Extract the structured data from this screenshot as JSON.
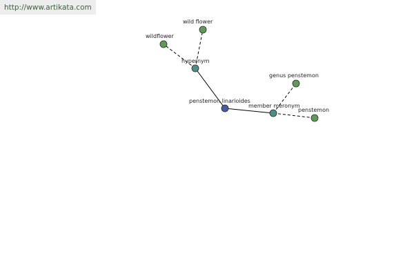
{
  "watermark": {
    "url_text": "http://www.artikata.com"
  },
  "colors": {
    "url_bar_bg": "#ededed",
    "url_text": "#3b5f3b",
    "node_leaf": "#5e9b57",
    "node_relation": "#4d8f87",
    "node_root": "#4a5aa0",
    "edge": "#000000"
  },
  "graph": {
    "nodes": [
      {
        "id": "root",
        "label": "penstemon linarioides",
        "kind": "root"
      },
      {
        "id": "hypernym",
        "label": "hypernym",
        "kind": "relation"
      },
      {
        "id": "member_meronym",
        "label": "member meronym",
        "kind": "relation"
      },
      {
        "id": "wildflower",
        "label": "wildflower",
        "kind": "leaf"
      },
      {
        "id": "wild_flower",
        "label": "wild flower",
        "kind": "leaf"
      },
      {
        "id": "genus_penstemon",
        "label": "genus penstemon",
        "kind": "leaf"
      },
      {
        "id": "penstemon",
        "label": "penstemon",
        "kind": "leaf"
      }
    ],
    "edges": [
      {
        "from": "root",
        "to": "hypernym",
        "style": "solid"
      },
      {
        "from": "root",
        "to": "member_meronym",
        "style": "solid"
      },
      {
        "from": "hypernym",
        "to": "wildflower",
        "style": "dashed"
      },
      {
        "from": "hypernym",
        "to": "wild_flower",
        "style": "dashed"
      },
      {
        "from": "member_meronym",
        "to": "genus_penstemon",
        "style": "dashed"
      },
      {
        "from": "member_meronym",
        "to": "penstemon",
        "style": "dashed"
      }
    ]
  }
}
